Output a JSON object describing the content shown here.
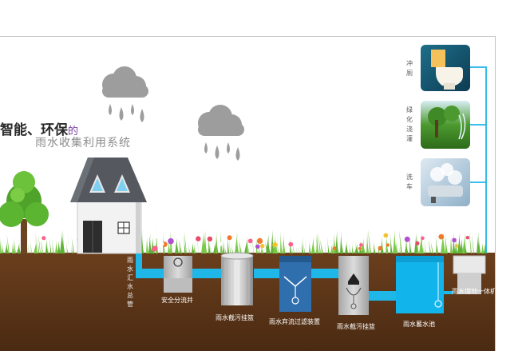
{
  "title": {
    "line1_prefix": "智能、环保",
    "line1_suffix": "的",
    "line2": "雨水收集利用系统"
  },
  "uses": [
    {
      "label": "冲厕",
      "icon": "toilet-icon"
    },
    {
      "label": "绿化浇灌",
      "icon": "garden-irrigation-icon"
    },
    {
      "label": "洗车",
      "icon": "car-wash-icon"
    }
  ],
  "components": {
    "downpipe": "雨水汇水总管",
    "safety_well": "安全分流井",
    "sediment_basket": "雨水截污挂篮",
    "diverter": "雨水弃流过滤装置",
    "sediment_basket_2": "雨水截污挂篮",
    "storage_tank": "雨水蓄水池",
    "integrated_unit": "雨水埋地一体机"
  },
  "colors": {
    "pipe": "#1fb6e8",
    "soil": "#5a3418",
    "grass": "#6cbf3c",
    "cloud": "#9d9d9d",
    "roof": "#55595f"
  }
}
